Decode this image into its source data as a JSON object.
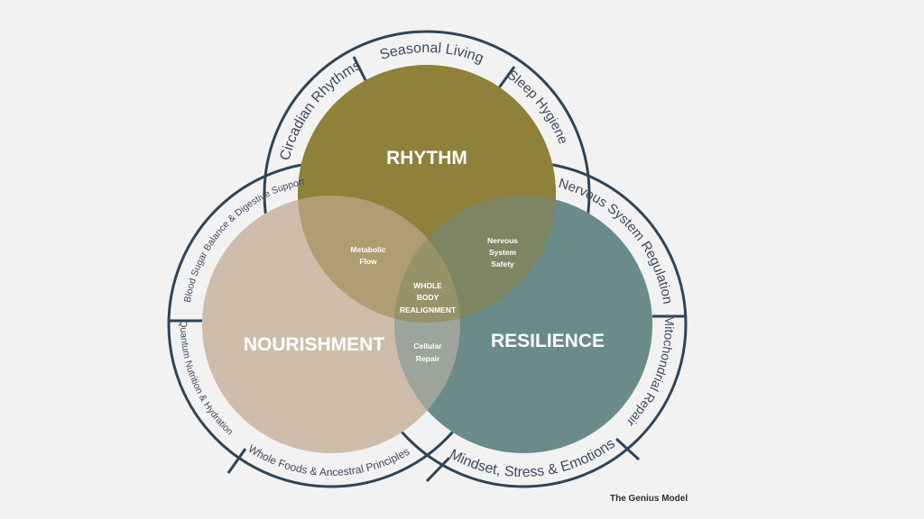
{
  "circles": {
    "rhythm": {
      "label": "RHYTHM",
      "color": "#8f803a"
    },
    "nourishment": {
      "label": "NOURISHMENT",
      "color": "#cfbdac"
    },
    "resilience": {
      "label": "RESILIENCE",
      "color": "#6b8b8b"
    }
  },
  "overlaps": {
    "metabolic": [
      "Metabolic",
      "Flow"
    ],
    "nervous": [
      "Nervous",
      "System",
      "Safety"
    ],
    "center": [
      "WHOLE",
      "BODY",
      "REALIGNMENT"
    ],
    "cellular": [
      "Cellular",
      "Repair"
    ]
  },
  "ring_labels": {
    "circadian": "Circadian Rhythms",
    "seasonal": "Seasonal Living",
    "sleep": "Sleep Hygiene",
    "blood_sugar": "Blood Sugar Balance  & Digestive Support",
    "quantum": "Quantum Nutrition & Hydration",
    "whole_foods": "Whole Foods &  Ancestral Principles",
    "nervous_reg": "Nervous System Regulation",
    "mito": "Mitochondrial Repair",
    "mindset": "Mindset, Stress & Emotions"
  },
  "brand": "The Genius Model"
}
